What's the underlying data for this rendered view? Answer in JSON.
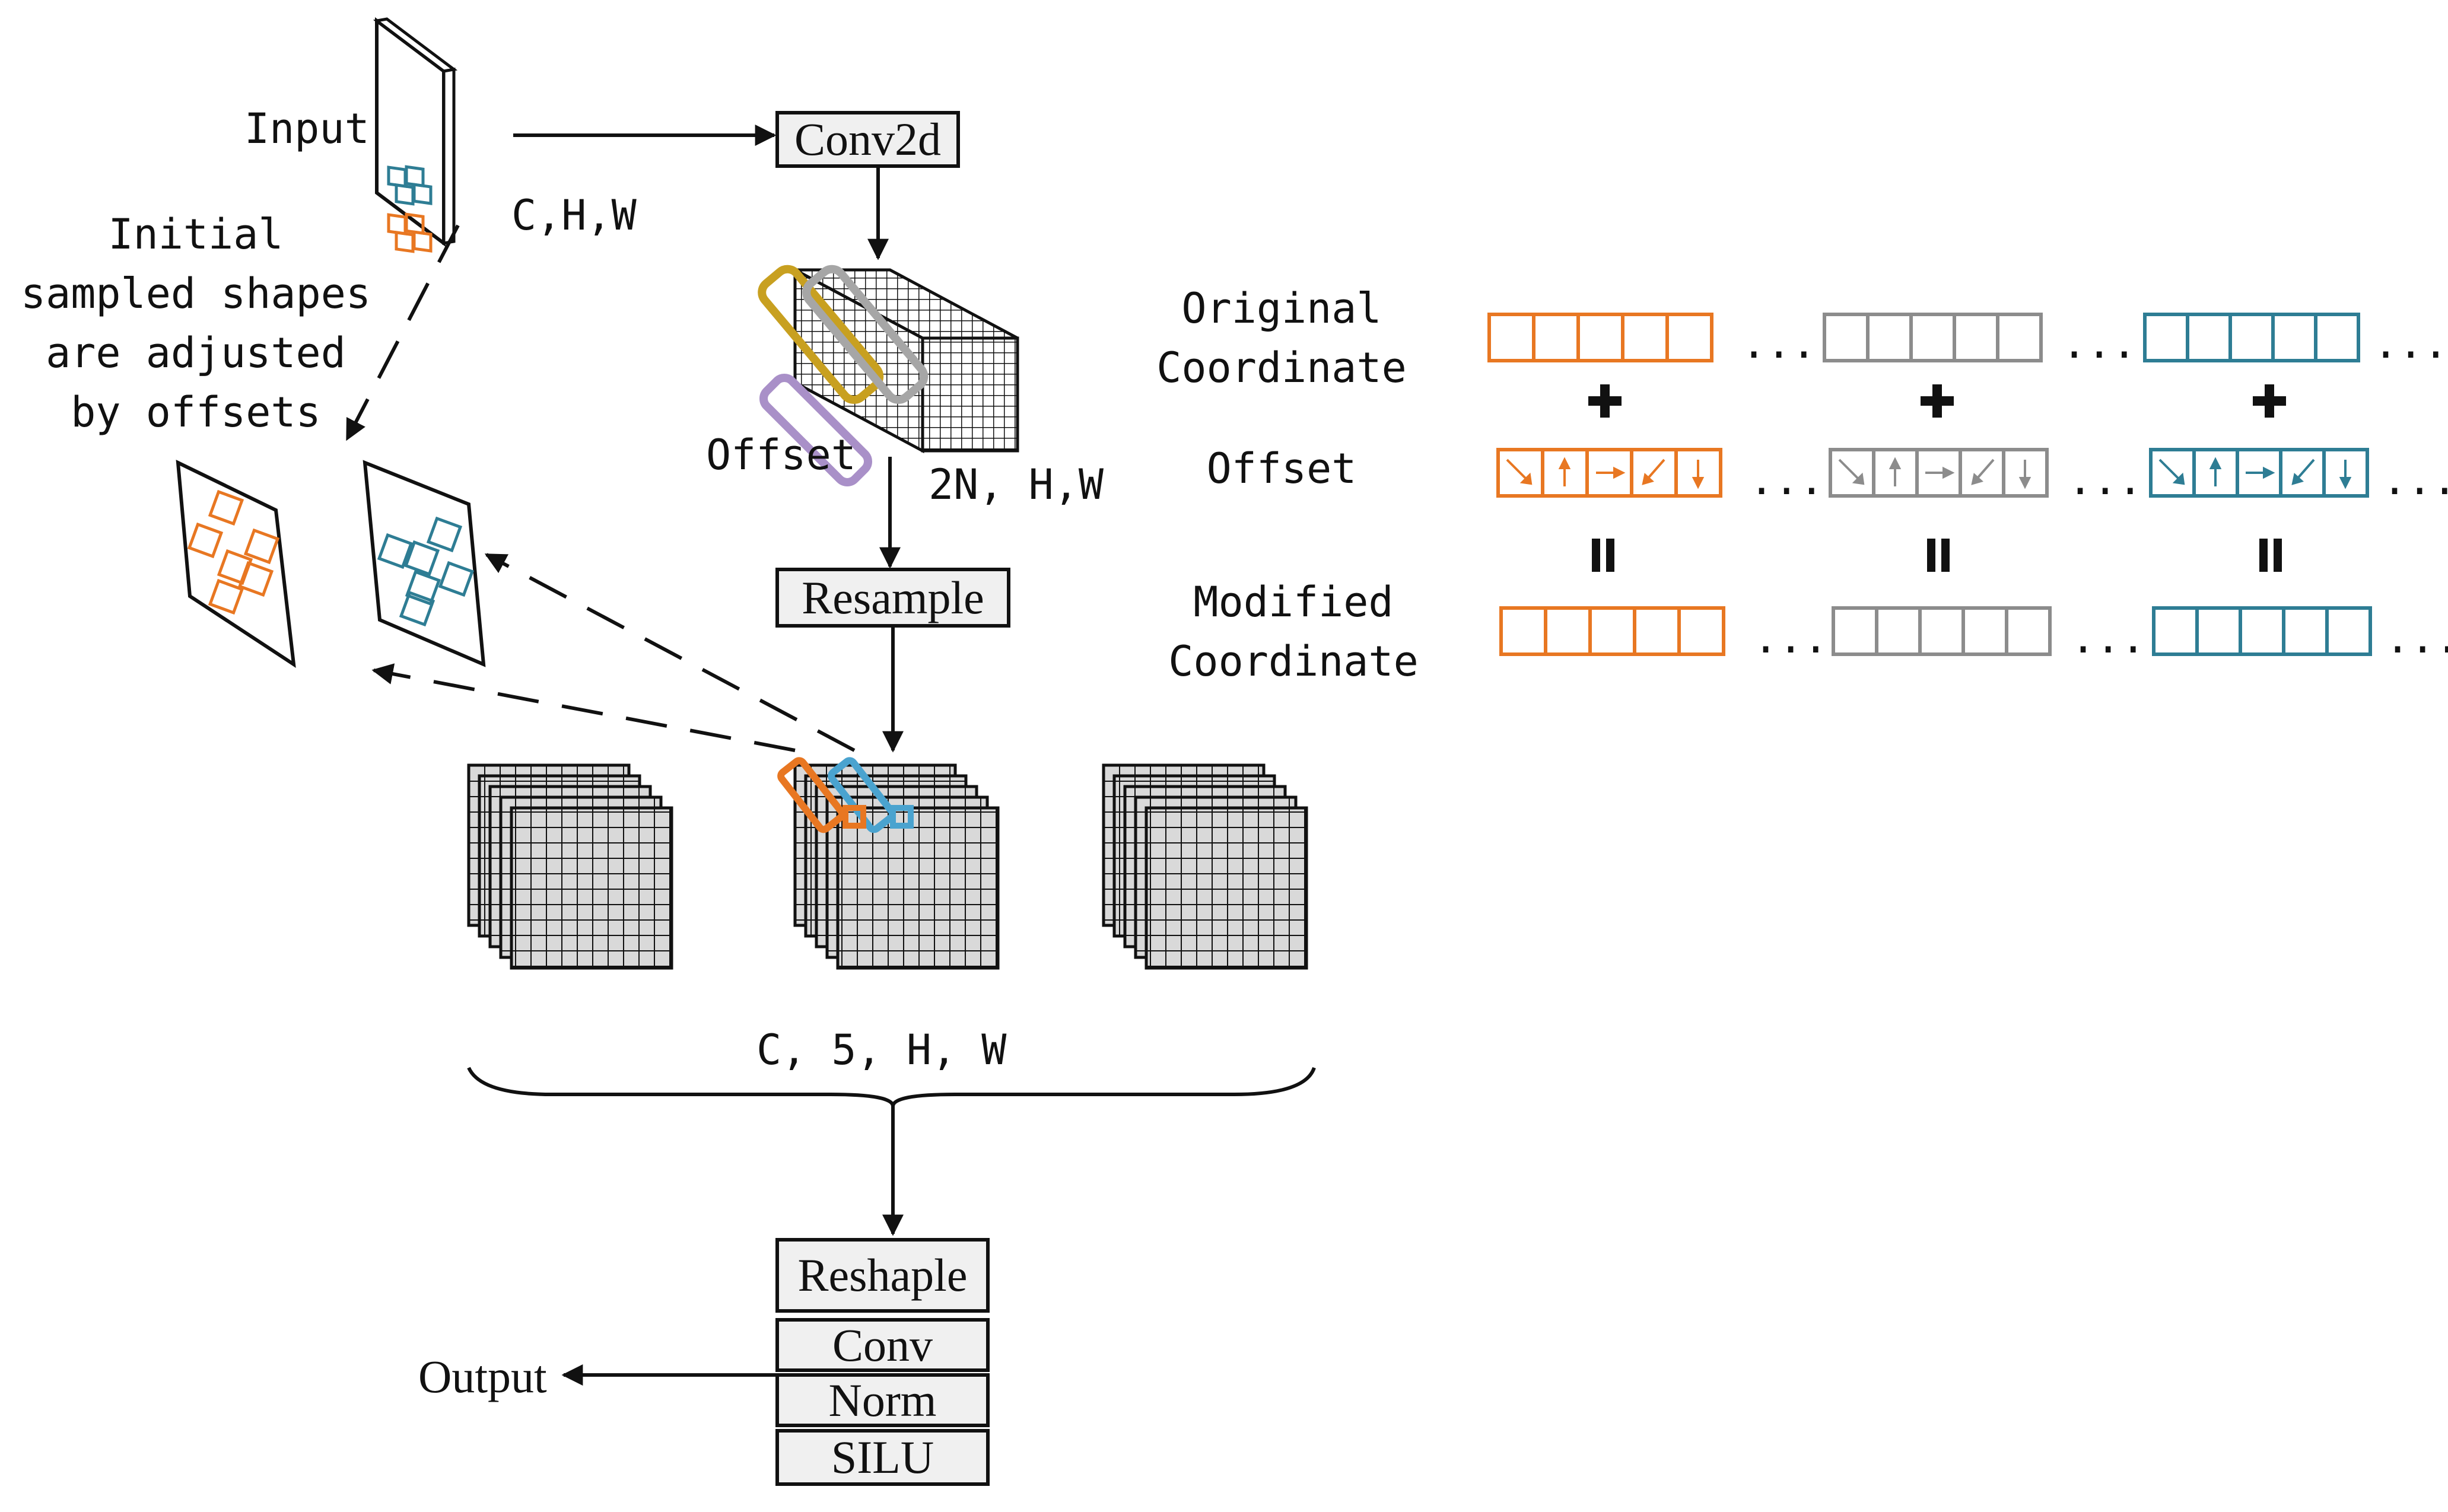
{
  "labels": {
    "input": "Input",
    "chw": "C,H,W",
    "initial_note": [
      "Initial",
      "sampled shapes",
      "are adjusted",
      "by offsets"
    ],
    "offset_cube": "Offset",
    "dims_2n": "2N, H,W",
    "c5hw": "C, 5, H, W",
    "output": "Output"
  },
  "blocks": {
    "conv2d": "Conv2d",
    "resample": "Resample",
    "reshaple": "Reshaple",
    "conv": "Conv",
    "norm": "Norm",
    "silu": "SILU"
  },
  "legend": {
    "original": [
      "Original",
      "Coordinate"
    ],
    "offset": "Offset",
    "modified": [
      "Modified",
      "Coordinate"
    ],
    "plus": "+",
    "equals": "=",
    "ellipsis": "..."
  },
  "colors": {
    "orange": "#E87722",
    "gray": "#8C8C8C",
    "teal": "#2E7D94",
    "olive": "#C8A020",
    "purple": "#A990C8",
    "lightblue": "#4AA3CF",
    "cube_fill": "#D9D9D9",
    "box_fill": "#F0F0F0"
  }
}
